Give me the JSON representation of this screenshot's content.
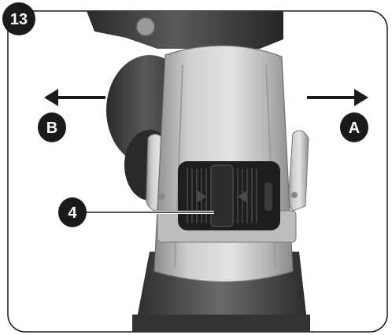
{
  "figure": {
    "number": "13",
    "callouts": {
      "part": "4",
      "left": "B",
      "right": "A"
    }
  },
  "colors": {
    "frame": "#1a1a1a",
    "badge": "#1a1a1a",
    "metal": "#b6b6b6",
    "dark_body": "#3e3e3e",
    "switch": "#222222"
  }
}
